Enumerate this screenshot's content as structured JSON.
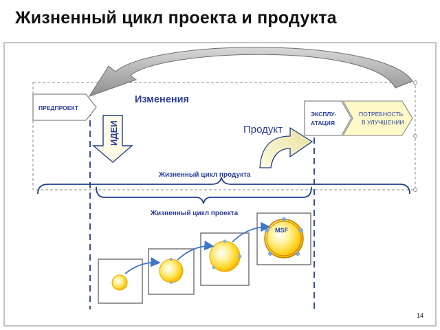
{
  "slide": {
    "title": "Жизненный цикл проекта и продукта",
    "page_number": "14"
  },
  "diagram": {
    "labels": {
      "preproject": "ПРЕДПРОЕКТ",
      "changes": "Изменения",
      "ideas": "ИДЕИ",
      "product": "Продукт",
      "operation_line1": "ЭКСПЛУ-",
      "operation_line2": "АТАЦИЯ",
      "improvement_line1": "ПОТРЕБНОСТЬ",
      "improvement_line2": "В УЛУЧШЕНИИ",
      "product_lifecycle": "Жизненный цикл продукта",
      "project_lifecycle": "Жизненный цикл проекта",
      "msf": "MSF"
    },
    "colors": {
      "frame_border": "#b0b0b0",
      "dashed_line": "#1f3d8c",
      "label_blue": "#2a3e9e",
      "curved_arrow": "#a9a9a9",
      "ideas_arrow": "#fffbe6",
      "product_arrow": "#f7f3cc",
      "improvement_fill": "#fff9c8",
      "sun": "#ffd21f",
      "stage_arrow": "#3f77c8"
    }
  }
}
